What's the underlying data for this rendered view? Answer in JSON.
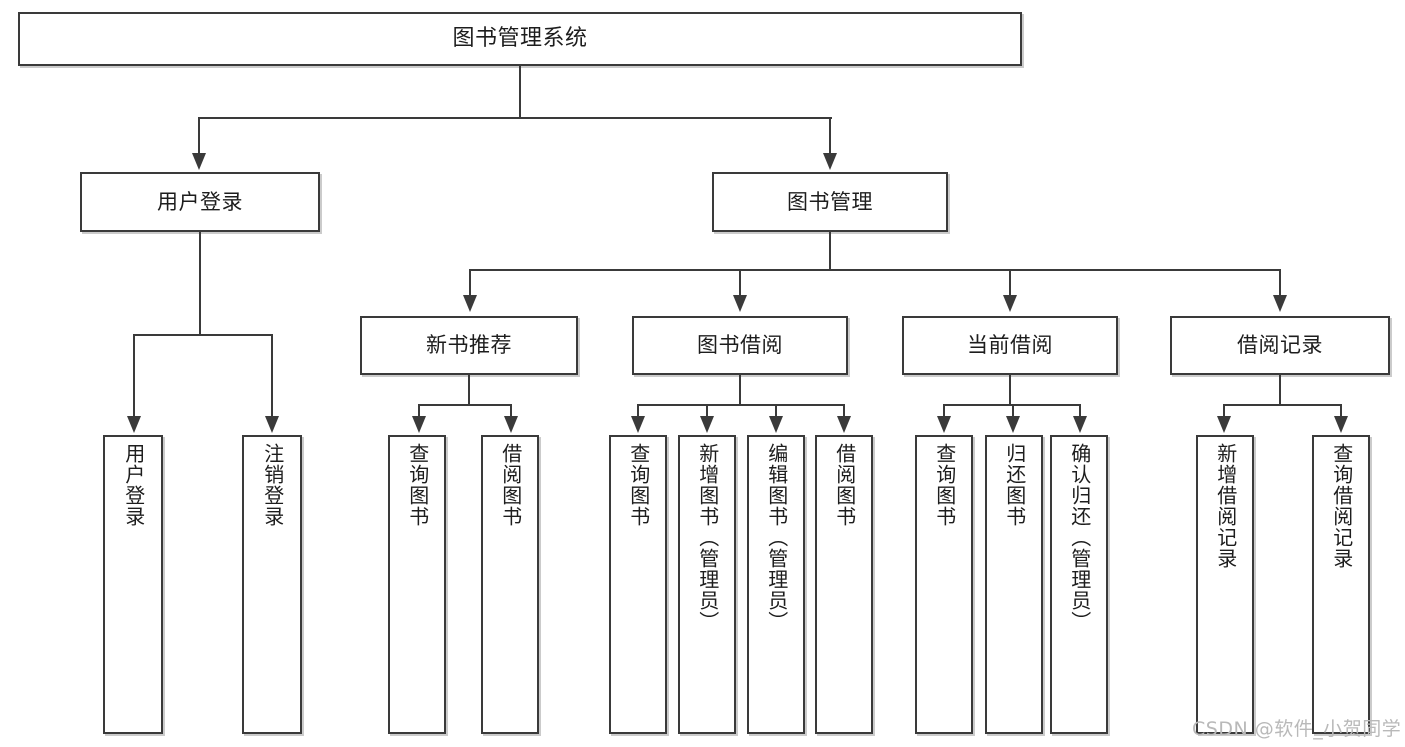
{
  "diagram": {
    "title": "图书管理系统",
    "type": "tree",
    "watermark": "CSDN @软件_小贺同学",
    "line_color": "#3a3a3a",
    "box_fill": "#ffffff",
    "text_color": "#1d1d1d",
    "watermark_color": "#b9b9b9"
  },
  "root": {
    "label": "图书管理系统"
  },
  "level2": [
    {
      "label": "用户登录"
    },
    {
      "label": "图书管理"
    }
  ],
  "level3": [
    {
      "label": "新书推荐"
    },
    {
      "label": "图书借阅"
    },
    {
      "label": "当前借阅"
    },
    {
      "label": "借阅记录"
    }
  ],
  "leaves": {
    "user_login": [
      {
        "label": "用户登录"
      },
      {
        "label": "注销登录"
      }
    ],
    "new_book_recommend": [
      {
        "label": "查询图书"
      },
      {
        "label": "借阅图书"
      }
    ],
    "book_borrow": [
      {
        "label": "查询图书"
      },
      {
        "label": "新增图书（管理员）"
      },
      {
        "label": "编辑图书（管理员）"
      },
      {
        "label": "借阅图书"
      }
    ],
    "current_borrow": [
      {
        "label": "查询图书"
      },
      {
        "label": "归还图书"
      },
      {
        "label": "确认归还（管理员）"
      }
    ],
    "borrow_record": [
      {
        "label": "新增借阅记录"
      },
      {
        "label": "查询借阅记录"
      }
    ]
  }
}
